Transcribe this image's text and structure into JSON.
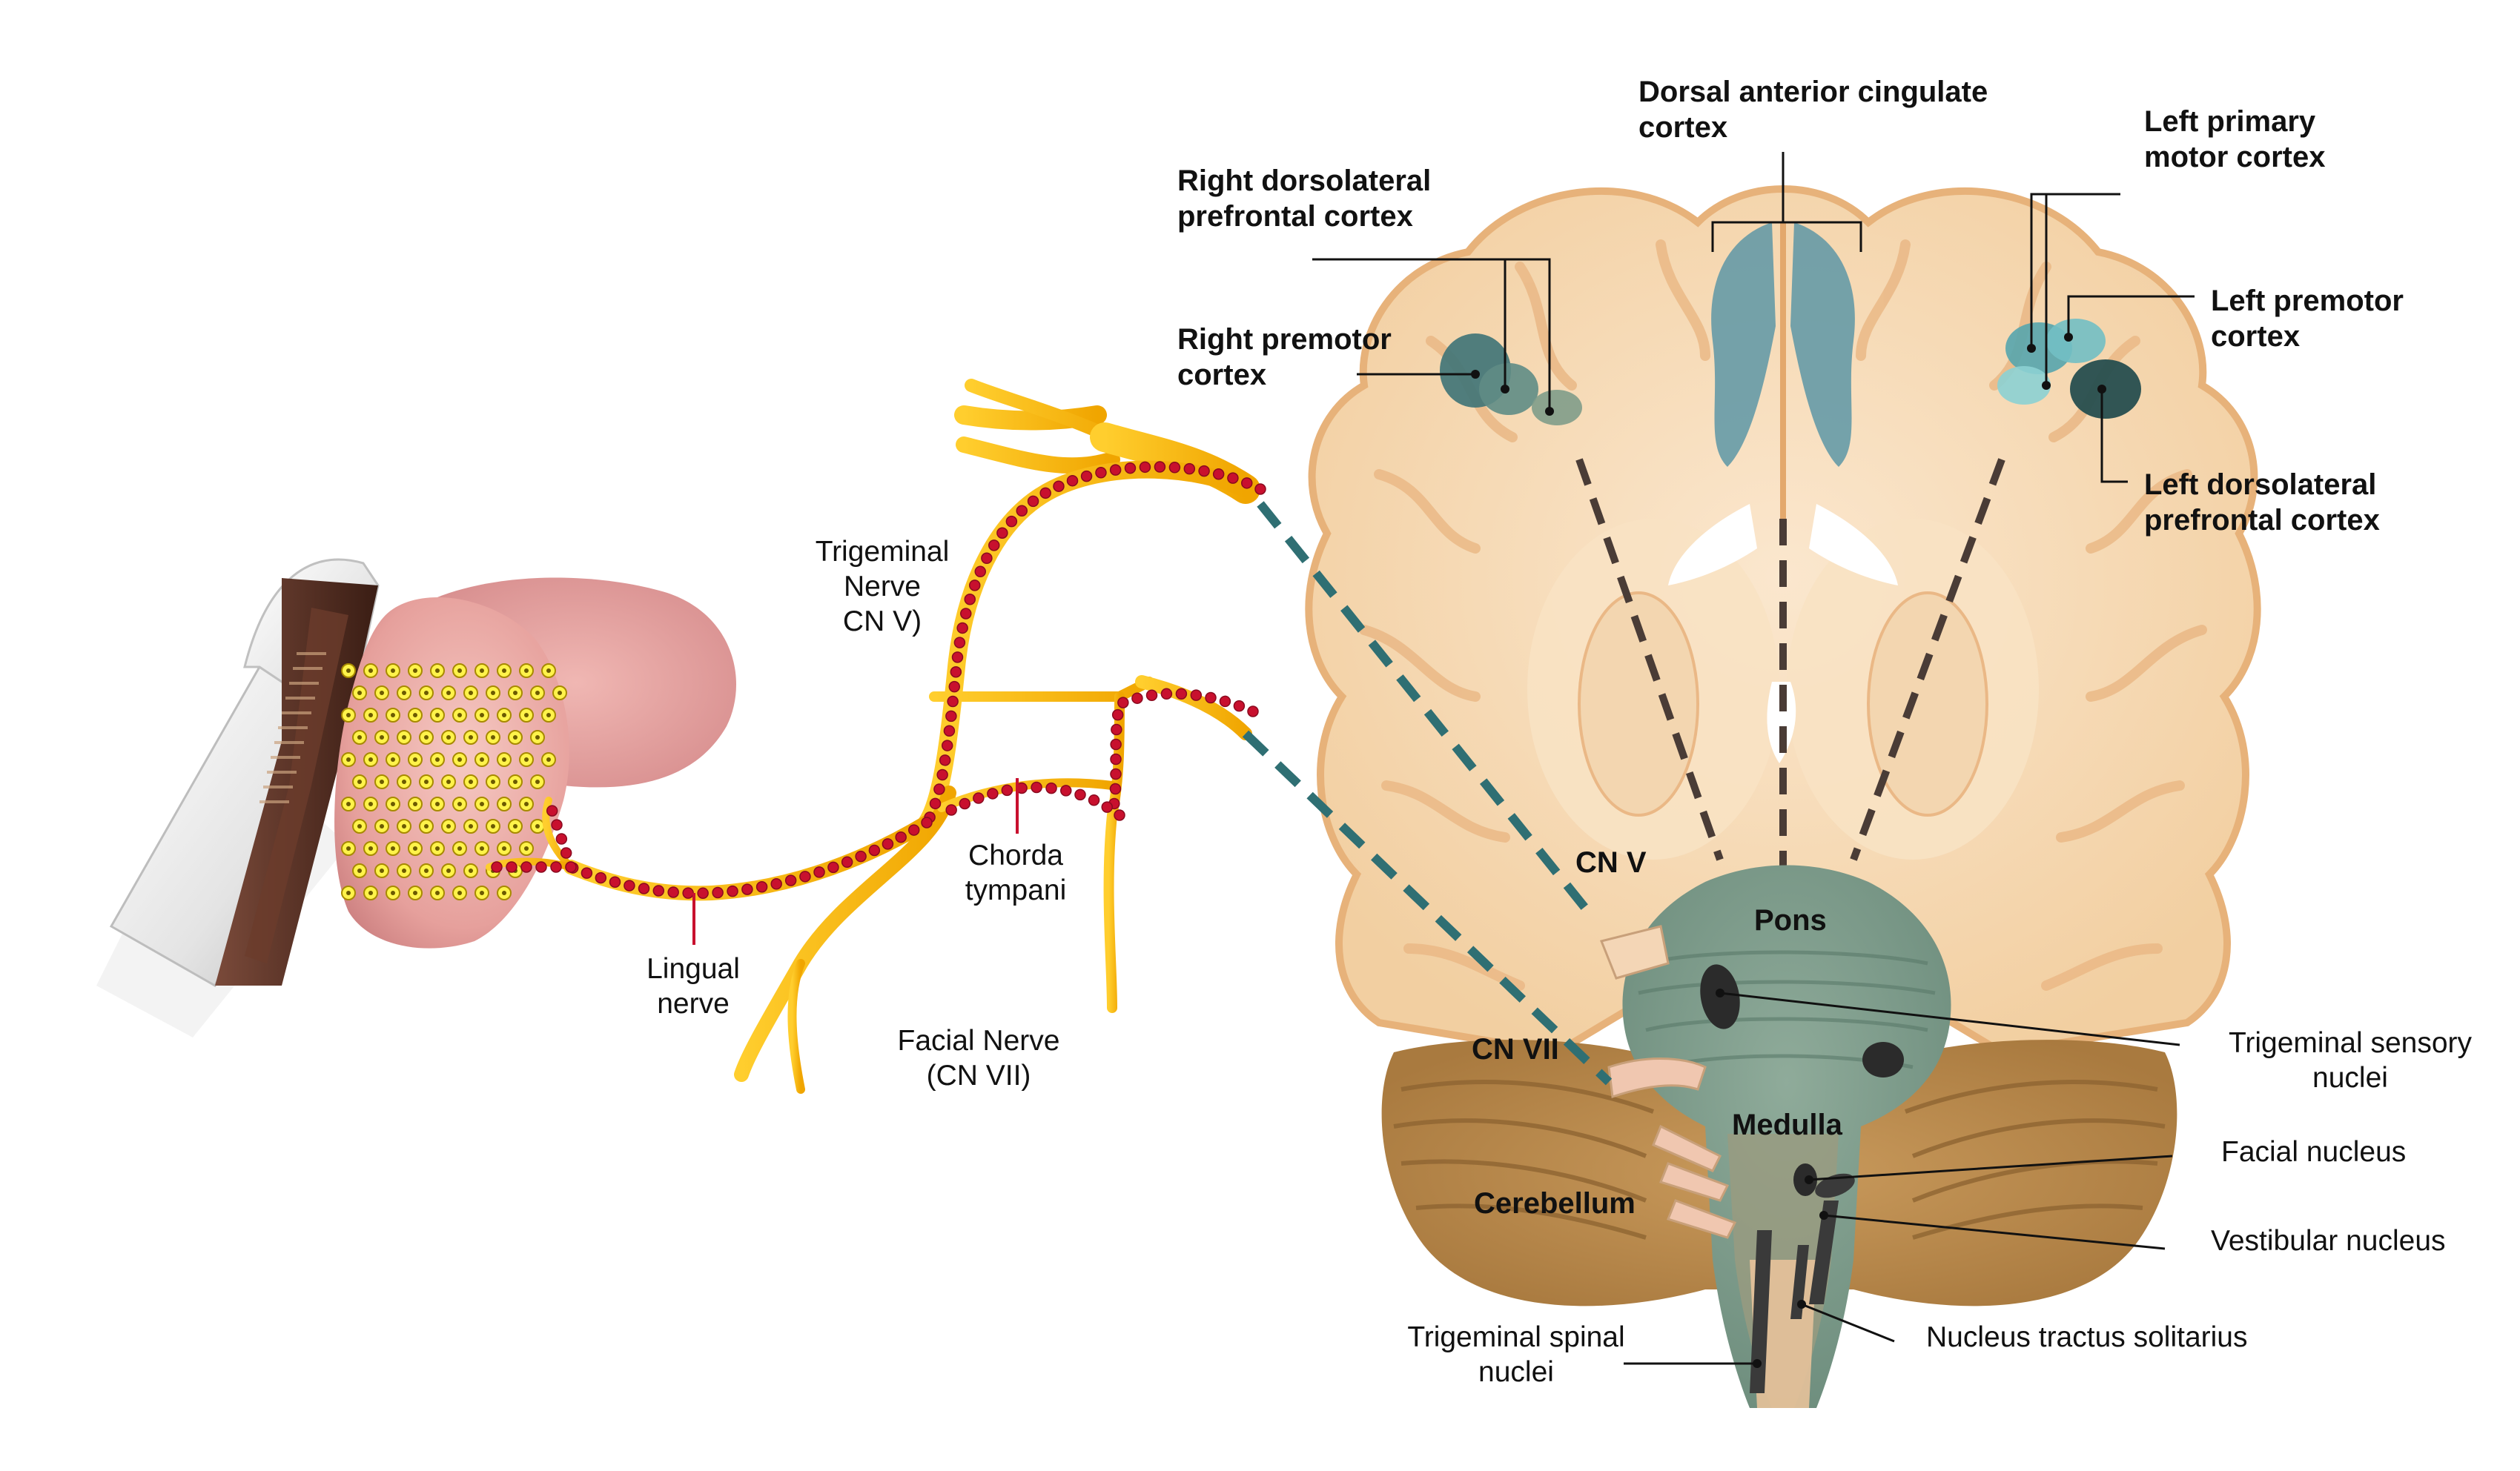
{
  "labels": {
    "dacc_1": "Dorsal anterior cingulate",
    "dacc_2": "cortex",
    "rdlpfc_1": "Right dorsolateral",
    "rdlpfc_2": "prefrontal cortex",
    "rpm_1": "Right premotor",
    "rpm_2": "cortex",
    "lpmc_1": "Left primary",
    "lpmc_2": "motor cortex",
    "lpm_1": "Left premotor",
    "lpm_2": "cortex",
    "ldlpfc_1": "Left dorsolateral",
    "ldlpfc_2": "prefrontal cortex",
    "trig_1": "Trigeminal",
    "trig_2": "Nerve",
    "trig_3": "CN V)",
    "chorda_1": "Chorda",
    "chorda_2": "tympani",
    "lingual_1": "Lingual",
    "lingual_2": "nerve",
    "facial_1": "Facial Nerve",
    "facial_2": "(CN VII)",
    "cn5": "CN V",
    "cn7": "CN VII",
    "pons": "Pons",
    "medulla": "Medulla",
    "cerebellum": "Cerebellum",
    "trig_sens_1": "Trigeminal sensory",
    "trig_sens_2": "nuclei",
    "facial_nuc": "Facial nucleus",
    "vest_nuc": "Vestibular nucleus",
    "nts": "Nucleus tractus solitarius",
    "trig_spinal_1": "Trigeminal spinal",
    "trig_spinal_2": "nuclei"
  },
  "colors": {
    "nerve_yellow": "#f2b705",
    "nerve_dot_red": "#c8102e",
    "pathway_teal": "#2f6f73",
    "brain_cream": "#f6dcb4",
    "brain_outline": "#e8b47c",
    "activation_teal": "#4e8c98",
    "brainstem_green": "#7d9b8a",
    "cerebellum_brown": "#b98b4e",
    "tongue_pink": "#e8a3a3",
    "device_dark": "#5a2e22"
  },
  "icons": {
    "device": "stimulation-device-icon",
    "tongue": "tongue-illustration"
  }
}
